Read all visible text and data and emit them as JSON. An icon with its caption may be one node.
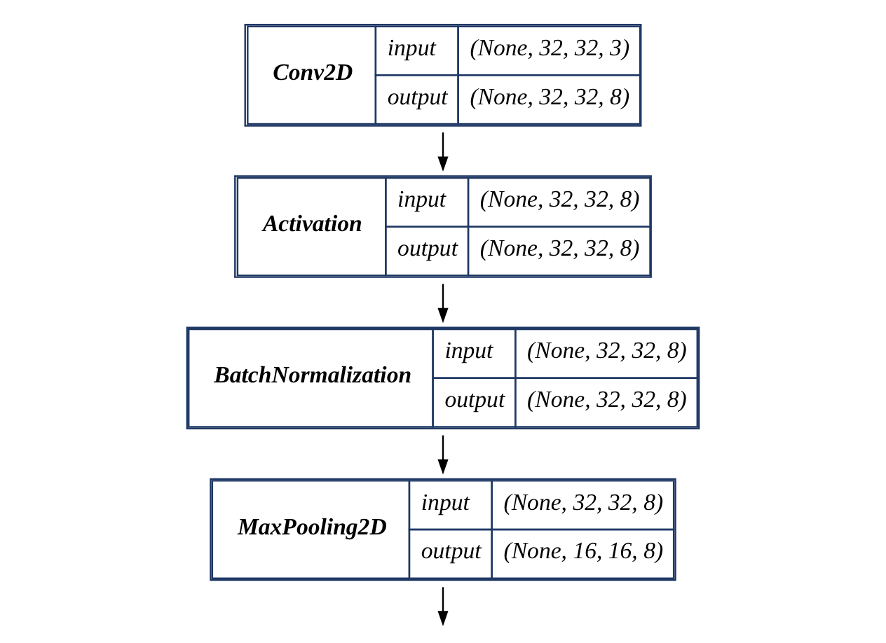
{
  "diagram": {
    "nodes": [
      {
        "text": [
          "Conv2D",
          "input",
          "(None, 32, 32, 3)",
          "output",
          "(None, 32, 32, 8)"
        ]
      },
      {
        "text": [
          "Activation",
          "input",
          "(None, 32, 32, 8)",
          "output",
          "(None, 32, 32, 8)"
        ]
      },
      {
        "text": [
          "BatchNormalization",
          "input",
          "(None, 32, 32, 8)",
          "output",
          "(None, 32, 32, 8)"
        ]
      },
      {
        "text": [
          "MaxPooling2D",
          "input",
          "(None, 32, 32, 8)",
          "output",
          "(None, 16, 16, 8)"
        ]
      }
    ],
    "edges": [
      {
        "from": 0,
        "to": 1,
        "arrow": "to"
      },
      {
        "from": 1,
        "to": 2,
        "arrow": "to"
      },
      {
        "from": 2,
        "to": 3,
        "arrow": "to"
      },
      {
        "from": 3,
        "to": null,
        "arrow": "to"
      }
    ]
  }
}
